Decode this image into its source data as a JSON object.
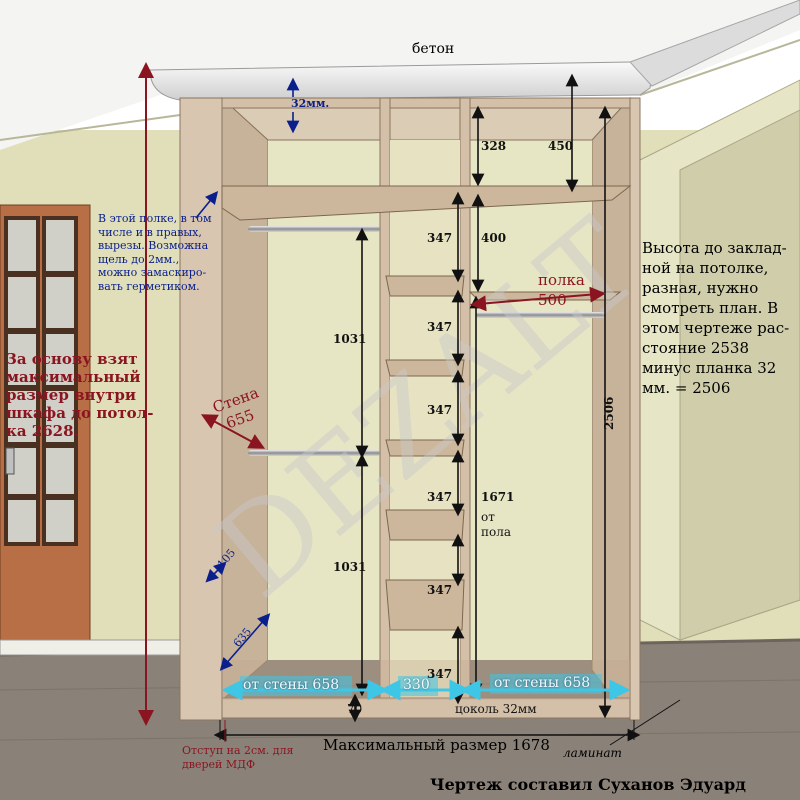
{
  "labels": {
    "ceiling": "бетон",
    "top_gap": "32мм.",
    "d328": "328",
    "d450": "450",
    "d347": "347",
    "d400": "400",
    "d1031": "1031",
    "d1671": "1671",
    "ot_pola": "от\nпола",
    "d2506": "2506",
    "d70": "70",
    "plinth": "цоколь 32мм",
    "shelf_word": "полка",
    "shelf_val": "500",
    "wall_word": "Стена",
    "wall_val": "655",
    "d105": "105",
    "d635": "635",
    "from_wall_left": "от стены 658",
    "mid_width": "330",
    "from_wall_right": "от стены 658",
    "max_size": "Максимальный размер 1678",
    "laminate": "ламинат",
    "indent_note": "Отступ на 2см. для\nдверей МДФ",
    "credit": "Чертеж составил Суханов Эдуард",
    "watermark": "DEZALT"
  },
  "notes": {
    "left_red": "За основу взят\nмаксимальный\nразмер внутри\nшкафа до потол-\nка 2628.",
    "blue_shelf": "В этой полке, в том\nчисле и в правых,\nвырезы. Возможна\nщель до 2мм.,\nможно замаскиро-\nвать герметиком.",
    "right_black": "Высота до заклад-\nной на потолке,\nразная, нужно\nсмотреть план. В\nэтом чертеже рас-\nстояние 2538\nминус планка 32\nмм. = 2506"
  },
  "colors": {
    "wall": "#e0dfb9",
    "panel": "#d9c6b0",
    "shelf": "#cdb79c",
    "floor": "#8a8279",
    "door": "#b86f45",
    "red": "#8a1520",
    "blue": "#0a1f8c",
    "cyan": "#3ec6e6"
  }
}
